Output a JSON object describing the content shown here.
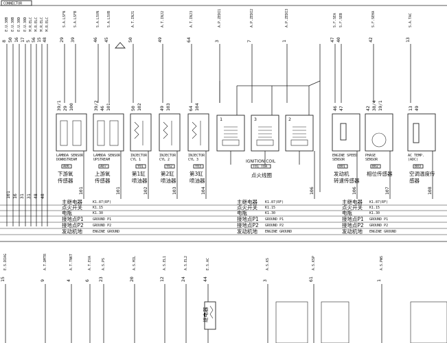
{
  "header": {
    "label": "CONNECTOR"
  },
  "left_wires": [
    {
      "num": "8",
      "code": "E.U.30B"
    },
    {
      "num": "50",
      "code": "E.U.30B"
    },
    {
      "num": "16",
      "code": "E.U.30D"
    },
    {
      "num": "17",
      "code": "E.U.30D"
    },
    {
      "num": "5",
      "code": "M.R.ELC"
    },
    {
      "num": "56",
      "code": "M.R.ELC"
    },
    {
      "num": "15",
      "code": "M.R.ELC"
    },
    {
      "num": "48",
      "code": "M.R.ELC"
    }
  ],
  "top_wires": [
    {
      "num": "29",
      "code": "S.A.LSFN"
    },
    {
      "num": "39",
      "code": "S.A.LSFB"
    },
    {
      "num": "46",
      "code": "S.A.LSVN"
    },
    {
      "num": "45",
      "code": "S.A.LSVB"
    },
    {
      "num": "50",
      "code": "A.T.INJ1"
    },
    {
      "num": "49",
      "code": "A.T.INJ2"
    },
    {
      "num": "64",
      "code": "A.T.INJ3"
    },
    {
      "num": "3",
      "code": "A.P.ZEDI1"
    },
    {
      "num": "7",
      "code": "A.P.ZEDI2"
    },
    {
      "num": "1",
      "code": "A.P.ZEDI3"
    },
    {
      "num": "47",
      "code": "S.F.SEA"
    },
    {
      "num": "40",
      "code": "S.F.SEB"
    },
    {
      "num": "42",
      "code": "S.F.SEHA"
    },
    {
      "num": "13",
      "code": "S.A.TAC"
    }
  ],
  "components": [
    {
      "pins": [
        "39/1",
        "29",
        "100"
      ],
      "tag": "A06",
      "en": [
        "LAMBDA SENSOR",
        "DOWNSTREAM"
      ],
      "zh": [
        "下游氧",
        "传感器"
      ],
      "wire": "101"
    },
    {
      "pins": [
        "39/2",
        "46",
        "101"
      ],
      "tag": "A07",
      "en": [
        "LAMBDA SENSOR",
        "UPSTREAM"
      ],
      "zh": [
        "上游氧",
        "传感器"
      ],
      "wire": "101"
    },
    {
      "pins": [
        "50",
        "102"
      ],
      "tag": "Y01",
      "en": [
        "INJECTOR",
        "CYL 1"
      ],
      "zh": [
        "第1缸",
        "喷油器"
      ],
      "wire": "102"
    },
    {
      "pins": [
        "49",
        "103"
      ],
      "tag": "Y02",
      "en": [
        "INJECTOR",
        "CYL 2"
      ],
      "zh": [
        "第2缸",
        "喷油器"
      ],
      "wire": "103"
    },
    {
      "pins": [
        "64",
        "104"
      ],
      "tag": "Y03",
      "en": [
        "INJECTOR",
        "CYL 3"
      ],
      "zh": [
        "第3缸",
        "喷油器"
      ],
      "wire": "104"
    },
    {
      "pins": [
        "46",
        "47"
      ],
      "tag": "B01",
      "en": [
        "ENGINE SPEED",
        "SENSOR"
      ],
      "zh": [
        "发动机",
        "转速传感器"
      ],
      "wire": "106"
    },
    {
      "pins": [
        "42",
        "38/4",
        "19/1"
      ],
      "tag": "B02",
      "en": [
        "PHASE",
        "SENSOR"
      ],
      "zh": [
        "相位传感器"
      ],
      "wire": "107"
    },
    {
      "pins": [
        "13",
        "49"
      ],
      "tag": "B03",
      "en": [
        "AC TEMP.",
        "(ADC)"
      ],
      "zh": [
        "空调温度传",
        "感器"
      ],
      "wire": "108"
    }
  ],
  "ignition": {
    "en": "IGNITION COIL",
    "tag": "T01 T0A",
    "zh": "点火线圈",
    "pins": [
      "1",
      "3",
      "2"
    ],
    "wire": "106"
  },
  "legend_en": [
    "K1.87(RF)",
    "K1.15",
    "K1.30",
    "GROUND P1",
    "GROUND P2",
    "ENGINE GROUND"
  ],
  "legend_zh": [
    "主继电器",
    "点火开关",
    "电瓶",
    "接地点P1",
    "接地点P2",
    "发动机地"
  ],
  "left_codes": [
    "101",
    "16",
    "31",
    "31",
    "48",
    "48"
  ],
  "bottom_wires": [
    {
      "num": "15",
      "code": "E.S.DIAG"
    },
    {
      "num": "9",
      "code": "A.T.DMTR"
    },
    {
      "num": "4",
      "code": "A.T.TNKT"
    },
    {
      "num": "6",
      "code": "A.T.EVA"
    },
    {
      "num": "23",
      "code": "A.S.PS"
    },
    {
      "num": "20",
      "code": "A.S.MIL"
    },
    {
      "num": "12",
      "code": "A.S.EL1"
    },
    {
      "num": "24",
      "code": "A.S.EL2"
    },
    {
      "num": "44",
      "code": "E.S.AC"
    },
    {
      "num": "3",
      "code": "A.S.KS"
    },
    {
      "num": "61",
      "code": "A.S.KSP"
    },
    {
      "num": "1",
      "code": "A.S.PWS"
    }
  ],
  "relay_label": "继电器"
}
